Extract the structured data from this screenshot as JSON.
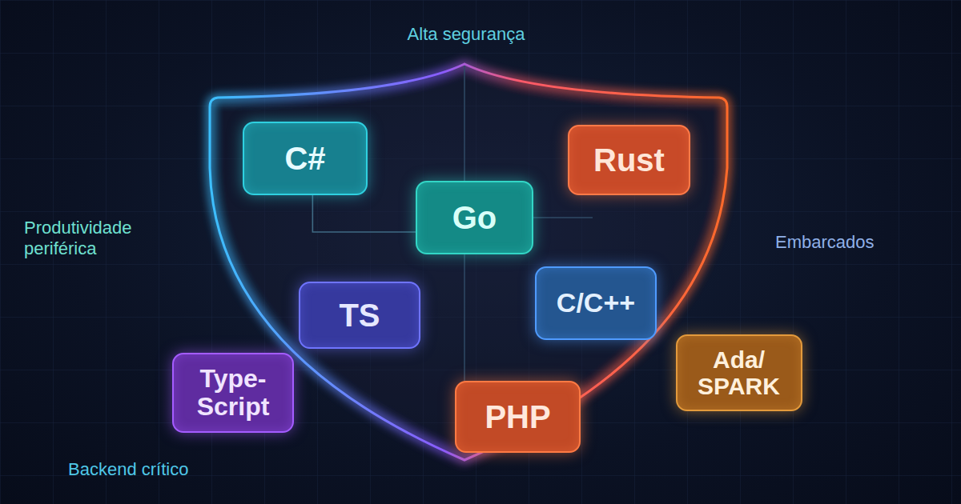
{
  "diagram": {
    "nodes": [
      {
        "text": [
          "C#"
        ]
      },
      {
        "text": [
          "Rust"
        ]
      },
      {
        "text": [
          "Go"
        ]
      },
      {
        "text": [
          "TS"
        ]
      },
      {
        "text": [
          "C/C++"
        ]
      },
      {
        "text": [
          "Type- Script"
        ]
      },
      {
        "text": [
          "PHP"
        ]
      },
      {
        "text": [
          "Ada/ SPARK"
        ]
      }
    ],
    "edges": [
      {
        "from": 0,
        "to": 2,
        "arrow": "none"
      }
    ],
    "labels": [
      "Alta segurança",
      "Produtividade periférica",
      "Embarcados",
      "Backend crítico"
    ]
  }
}
